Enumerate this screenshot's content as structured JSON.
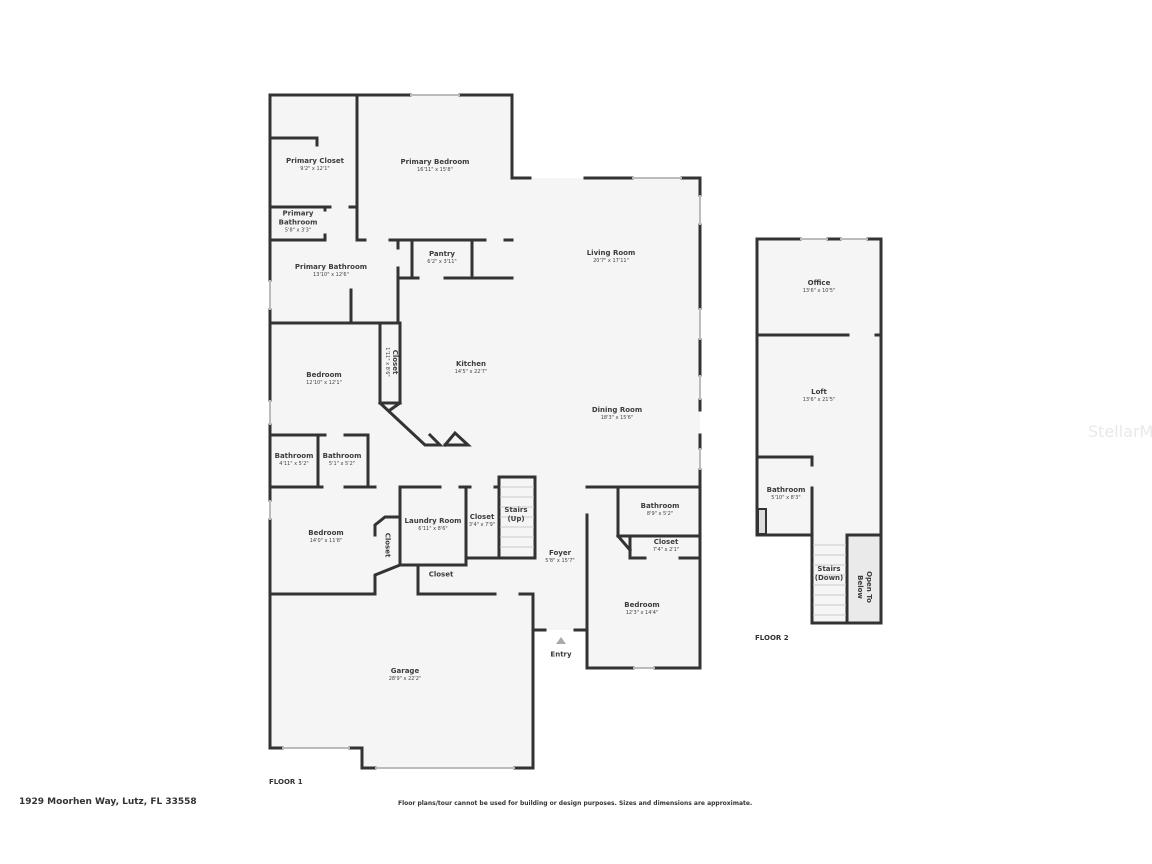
{
  "address": "1929 Moorhen Way, Lutz, FL 33558",
  "disclaimer": "Floor plans/tour cannot be used for building or design purposes. Sizes and dimensions are approximate.",
  "watermark": "StellarMLS",
  "colors": {
    "wall": "#333333",
    "floor": "#f5f5f5",
    "window": "#cccccc",
    "hatch": "#999999"
  },
  "floor1": {
    "label": "FLOOR 1",
    "rooms": [
      {
        "name": "Primary Closet",
        "dims": "9'2\" x 12'1\""
      },
      {
        "name": "Primary Bedroom",
        "dims": "16'11\" x 15'8\""
      },
      {
        "name": "Primary Bathroom",
        "dims": "5'8\" x 3'3\""
      },
      {
        "name": "Primary Bathroom",
        "dims": "13'10\" x 12'6\""
      },
      {
        "name": "Pantry",
        "dims": "6'2\" x 3'11\""
      },
      {
        "name": "Living Room",
        "dims": "20'7\" x 17'11\""
      },
      {
        "name": "Bedroom",
        "dims": "12'10\" x 12'1\""
      },
      {
        "name": "Closet",
        "dims": "1'11\" x 8'6\""
      },
      {
        "name": "Kitchen",
        "dims": "14'5\" x 22'7\""
      },
      {
        "name": "Dining Room",
        "dims": "18'3\" x 15'6\""
      },
      {
        "name": "Bathroom",
        "dims": "4'11\" x 5'2\""
      },
      {
        "name": "Bathroom",
        "dims": "5'1\" x 5'2\""
      },
      {
        "name": "Bedroom",
        "dims": "14'0\" x 11'8\""
      },
      {
        "name": "Closet",
        "dims": ""
      },
      {
        "name": "Laundry Room",
        "dims": "6'11\" x 8'6\""
      },
      {
        "name": "Closet",
        "dims": "3'4\" x 7'9\""
      },
      {
        "name": "Stairs (Up)",
        "dims": ""
      },
      {
        "name": "Closet",
        "dims": ""
      },
      {
        "name": "Foyer",
        "dims": "5'8\" x 15'7\""
      },
      {
        "name": "Bathroom",
        "dims": "8'9\" x 5'2\""
      },
      {
        "name": "Closet",
        "dims": "7'4\" x 2'1\""
      },
      {
        "name": "Bedroom",
        "dims": "12'3\" x 14'4\""
      },
      {
        "name": "Entry",
        "dims": ""
      },
      {
        "name": "Garage",
        "dims": "28'9\" x 22'2\""
      }
    ]
  },
  "floor2": {
    "label": "FLOOR 2",
    "rooms": [
      {
        "name": "Office",
        "dims": "13'6\" x 10'5\""
      },
      {
        "name": "Loft",
        "dims": "13'6\" x 21'5\""
      },
      {
        "name": "Bathroom",
        "dims": "5'10\" x 8'3\""
      },
      {
        "name": "Stairs (Down)",
        "dims": ""
      },
      {
        "name": "Open To Below",
        "dims": ""
      }
    ]
  }
}
